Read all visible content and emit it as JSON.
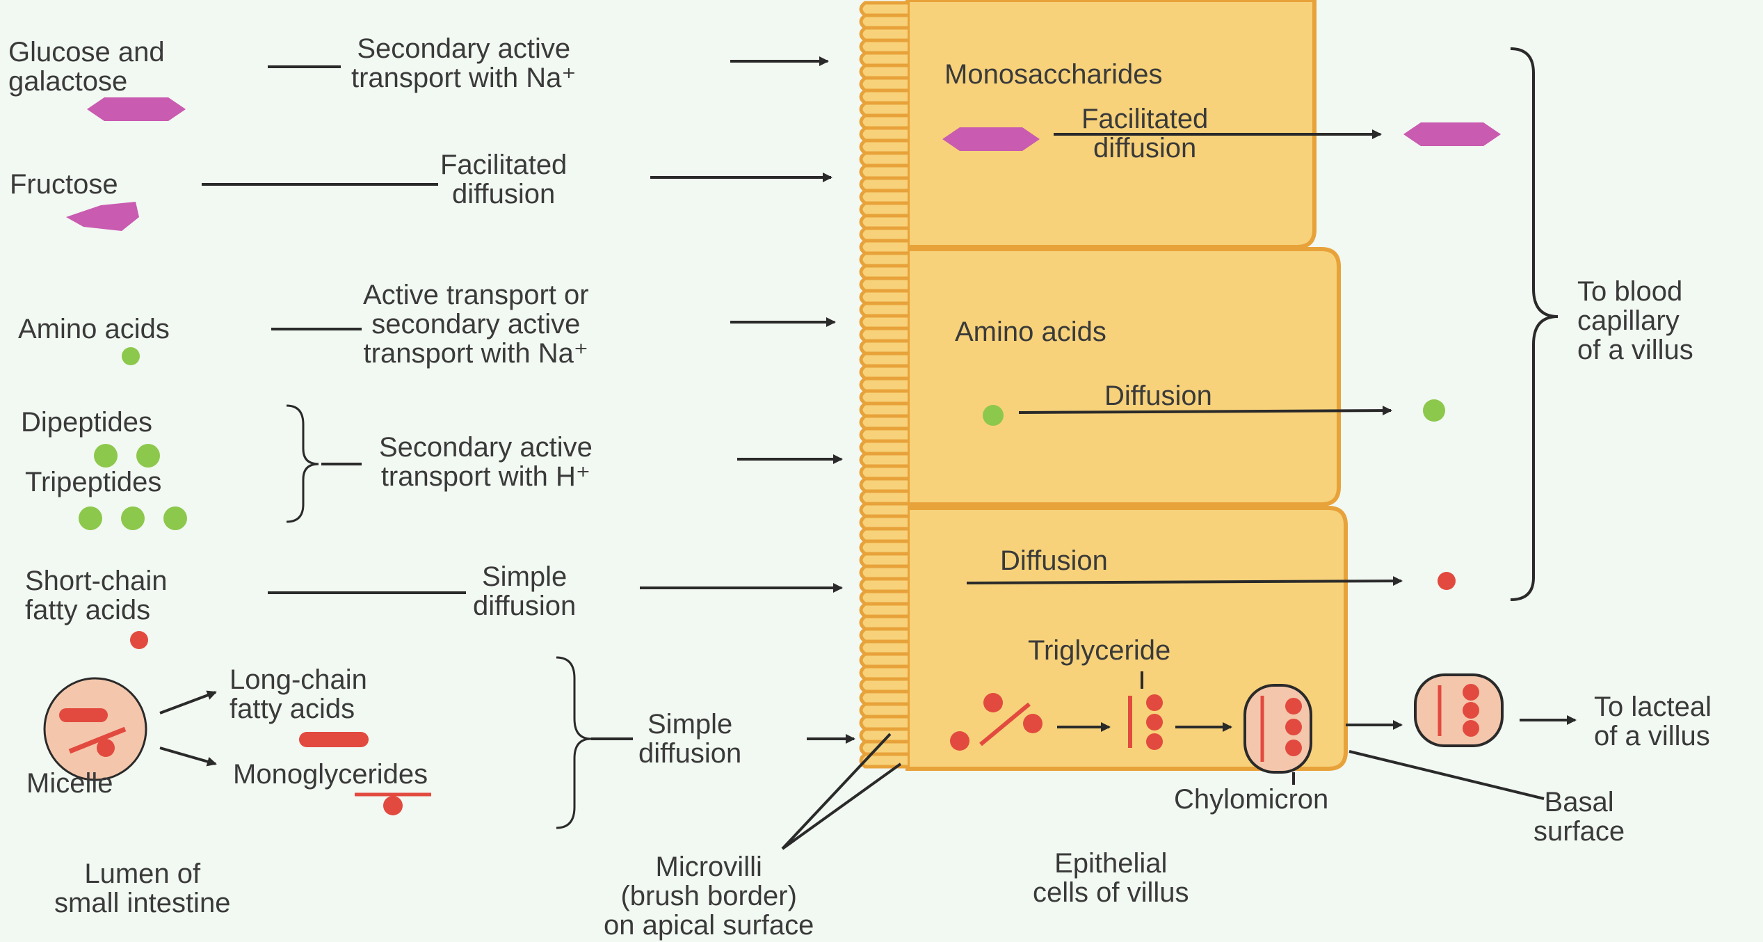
{
  "colors": {
    "background": "#f2f8f2",
    "cell_fill": "#f7d27a",
    "cell_border": "#e8a23a",
    "microvilli": "#e8a23a",
    "sugar": "#c95bb0",
    "amino": "#8cc84b",
    "fat": "#e24a3f",
    "micelle": "#f4c7ad",
    "text": "#3a3a3a"
  },
  "lumen": {
    "glucose": "Glucose and\ngalactose",
    "glucose_transport": "Secondary active\ntransport with Na⁺",
    "fructose": "Fructose",
    "fructose_transport": "Facilitated\ndiffusion",
    "amino": "Amino acids",
    "amino_transport": "Active transport or\nsecondary active\ntransport with Na⁺",
    "dipeptides": "Dipeptides",
    "tripeptides": "Tripeptides",
    "peptide_transport": "Secondary active\ntransport with H⁺",
    "short_chain": "Short-chain\nfatty acids",
    "short_chain_transport": "Simple\ndiffusion",
    "long_chain": "Long-chain\nfatty acids",
    "monoglycerides": "Monoglycerides",
    "micelle": "Micelle",
    "lipid_transport": "Simple\ndiffusion"
  },
  "cell": {
    "monosaccharides": "Monosaccharides",
    "facilitated": "Facilitated\ndiffusion",
    "amino": "Amino acids",
    "diffusion_amino": "Diffusion",
    "diffusion_fat": "Diffusion",
    "triglyceride": "Triglyceride"
  },
  "right": {
    "to_blood": "To blood\ncapillary\nof a villus",
    "to_lacteal": "To lacteal\nof a villus"
  },
  "bottom": {
    "lumen": "Lumen of\nsmall intestine",
    "microvilli": "Microvilli\n(brush border)\non apical surface",
    "epithelial": "Epithelial\ncells of villus",
    "chylomicron": "Chylomicron",
    "basal": "Basal\nsurface"
  }
}
